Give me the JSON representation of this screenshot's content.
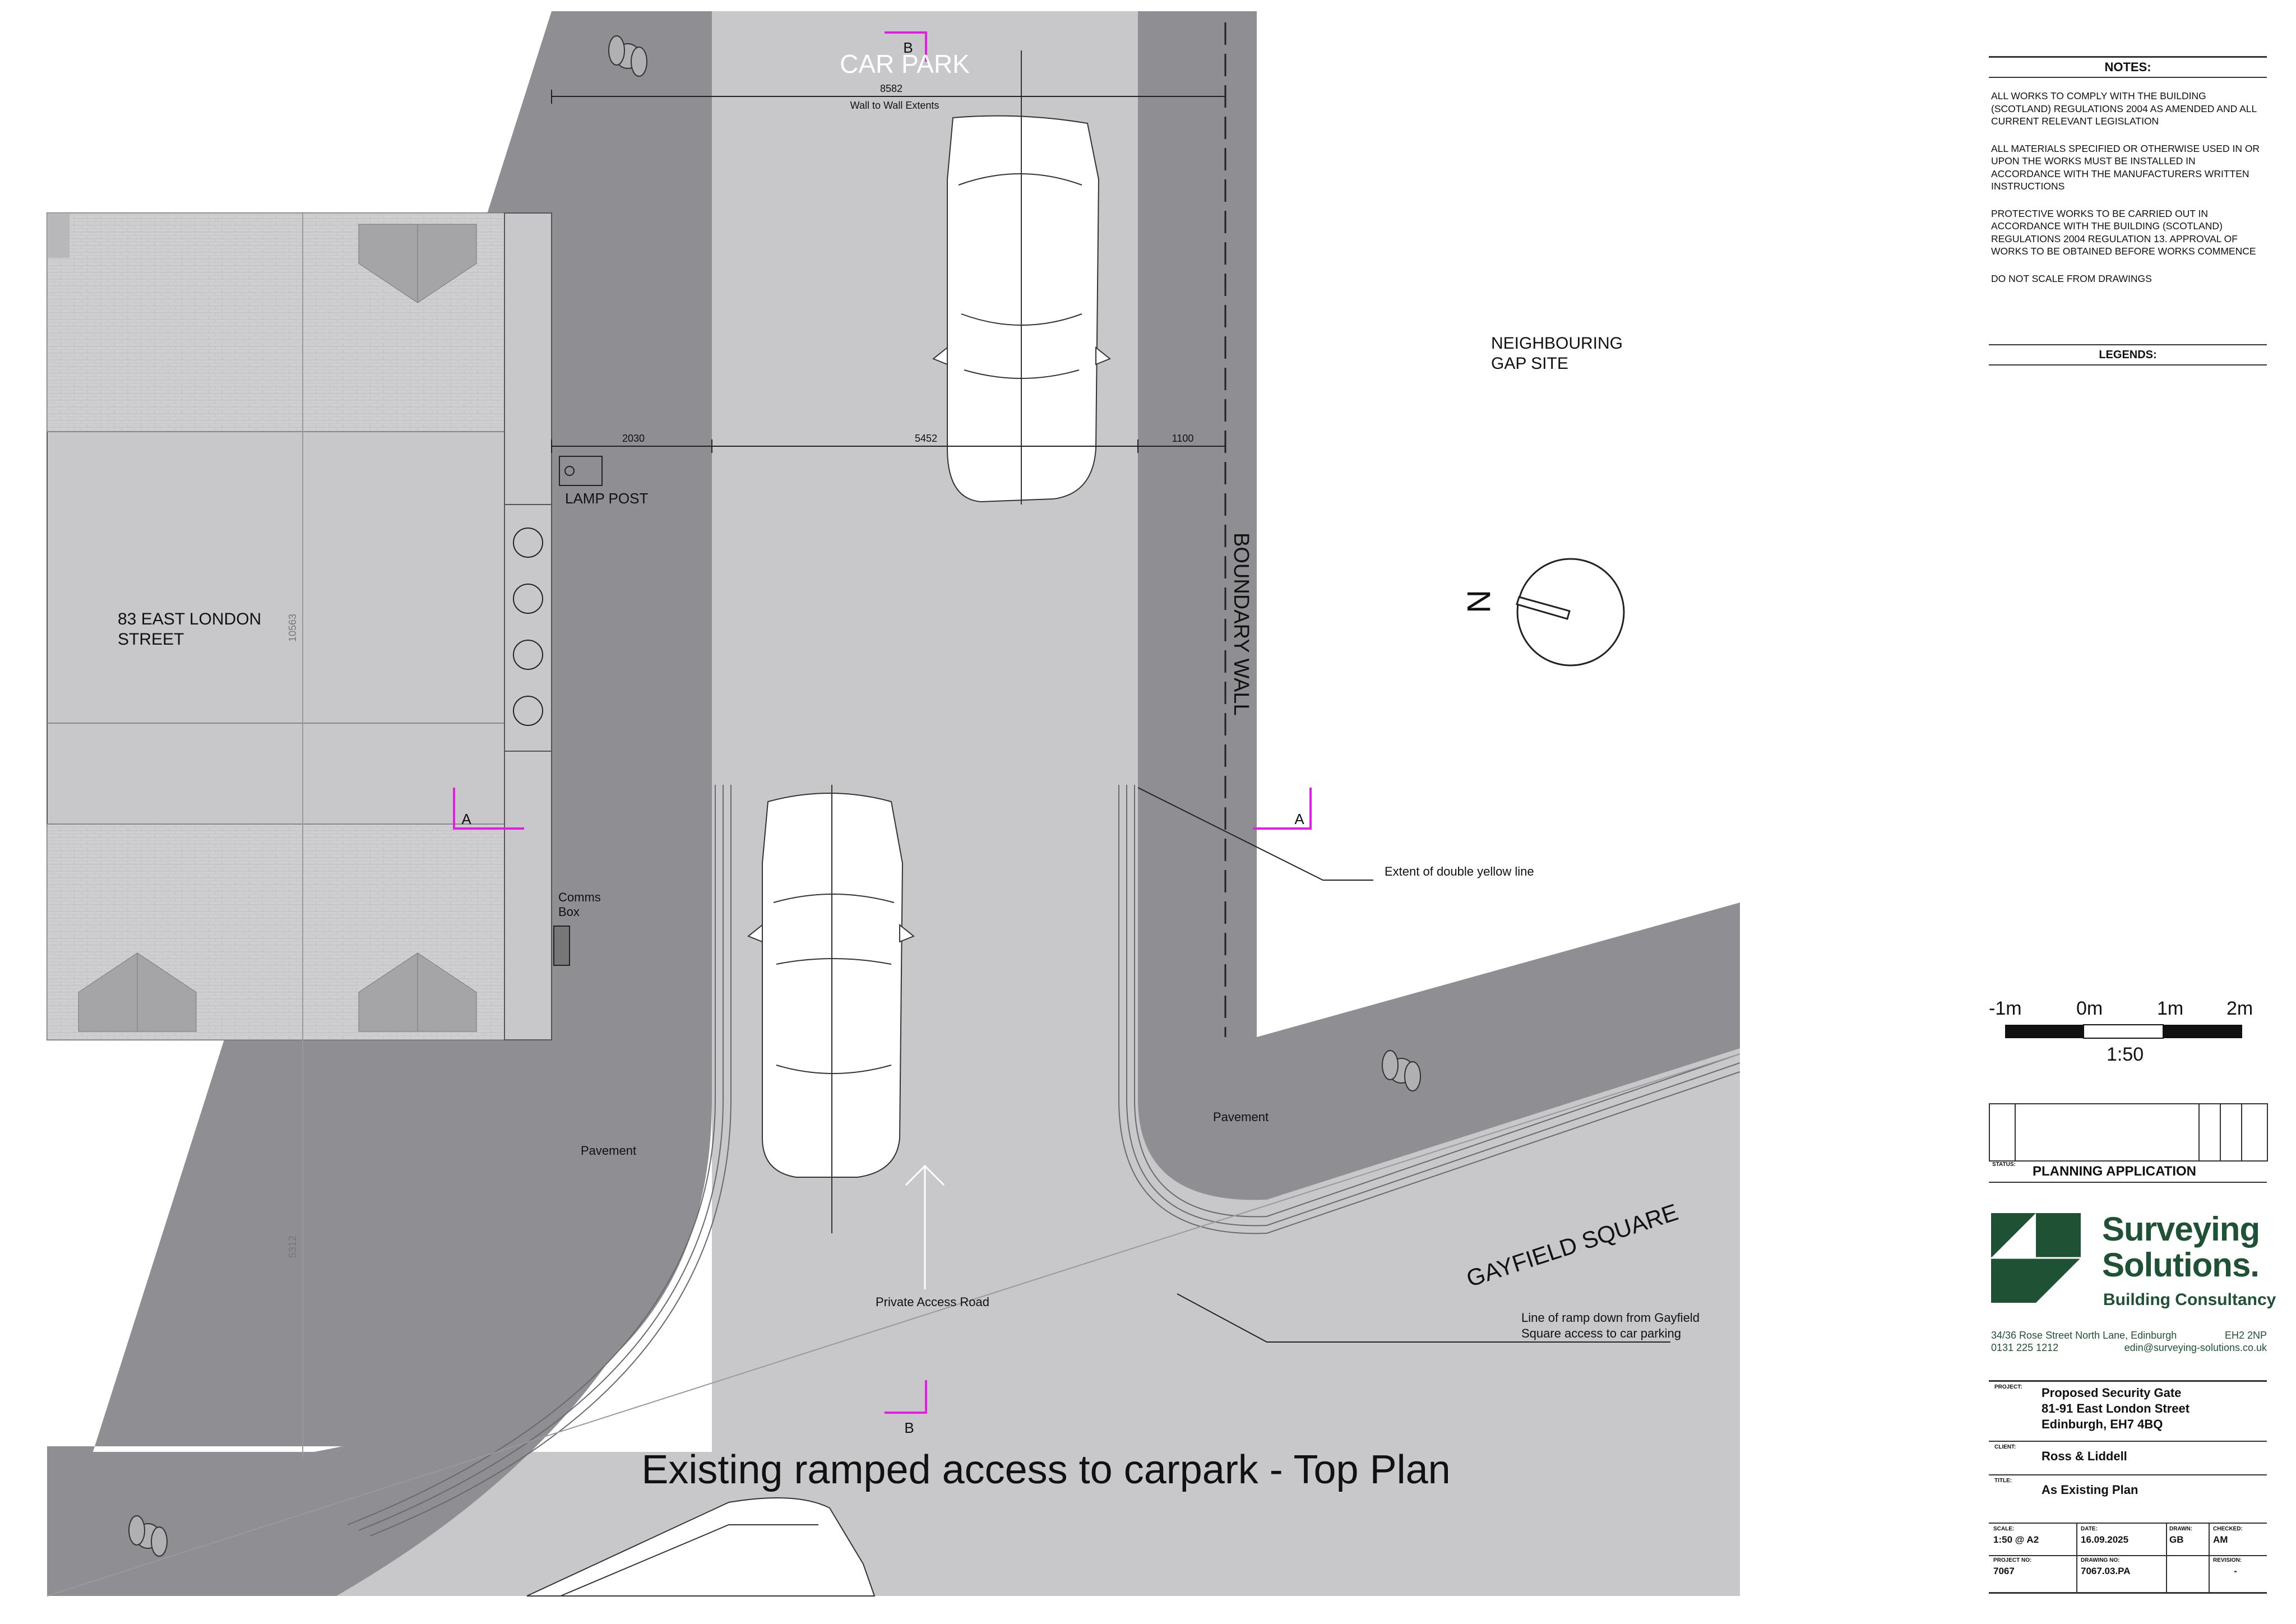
{
  "plan": {
    "car_park_label": "CAR PARK",
    "section_b": "B",
    "section_a": "A",
    "dim_overall": "8582",
    "dim_overall_note": "Wall to Wall Extents",
    "dim_left": "2030",
    "dim_mid": "5452",
    "dim_right": "1100",
    "dim_vertical_1": "10563",
    "dim_vertical_2": "5312",
    "lamp_post": "LAMP POST",
    "building_name_1": "83 EAST LONDON",
    "building_name_2": "STREET",
    "comms_box_1": "Comms",
    "comms_box_2": "Box",
    "pavement": "Pavement",
    "neighbouring_1": "NEIGHBOURING",
    "neighbouring_2": "GAP SITE",
    "boundary_wall": "BOUNDARY WALL",
    "north": "N",
    "double_yellow": "Extent of double yellow line",
    "private_road": "Private Access Road",
    "gayfield_square": "GAYFIELD SQUARE",
    "ramp_note_1": "Line of ramp down from Gayfield",
    "ramp_note_2": "Square access to car parking",
    "plan_title": "Existing ramped access to carpark - Top Plan"
  },
  "sheet": {
    "notes_title": "NOTES:",
    "notes": [
      "ALL WORKS TO COMPLY WITH THE BUILDING (SCOTLAND) REGULATIONS 2004 AS AMENDED AND ALL CURRENT RELEVANT LEGISLATION",
      "ALL MATERIALS SPECIFIED OR OTHERWISE USED IN OR UPON THE WORKS MUST BE INSTALLED IN ACCORDANCE WITH THE MANUFACTURERS WRITTEN INSTRUCTIONS",
      "PROTECTIVE WORKS TO BE CARRIED OUT IN ACCORDANCE WITH THE BUILDING (SCOTLAND) REGULATIONS 2004 REGULATION 13. APPROVAL OF WORKS TO BE OBTAINED BEFORE WORKS COMMENCE",
      "DO NOT SCALE FROM DRAWINGS"
    ],
    "legends_title": "LEGENDS:",
    "scale_labels": [
      "-1m",
      "0m",
      "1m",
      "2m"
    ],
    "scale_ratio": "1:50",
    "status_label": "STATUS:",
    "status_value": "PLANNING APPLICATION",
    "brand_line1": "Surveying",
    "brand_line2": "Solutions.",
    "brand_line3": "Building Consultancy",
    "address": "34/36 Rose Street North Lane, Edinburgh",
    "postcode": "EH2 2NP",
    "phone": "0131 225 1212",
    "email": "edin@surveying-solutions.co.uk",
    "project_label": "PROJECT:",
    "project_lines": [
      "Proposed Security Gate",
      "81-91 East London Street",
      "Edinburgh, EH7 4BQ"
    ],
    "client_label": "CLIENT:",
    "client_value": "Ross & Liddell",
    "title_label": "TITLE:",
    "title_value": "As Existing Plan",
    "scale_label": "SCALE:",
    "scale_value": "1:50 @ A2",
    "date_label": "DATE:",
    "date_value": "16.09.2025",
    "drawn_label": "DRAWN:",
    "drawn_value": "GB",
    "checked_label": "CHECKED:",
    "checked_value": "AM",
    "project_no_label": "PROJECT NO:",
    "project_no_value": "7067",
    "drawing_no_label": "DRAWING NO:",
    "drawing_no_value": "7067.03.PA",
    "revision_label": "REVISION:",
    "revision_value": "-"
  }
}
